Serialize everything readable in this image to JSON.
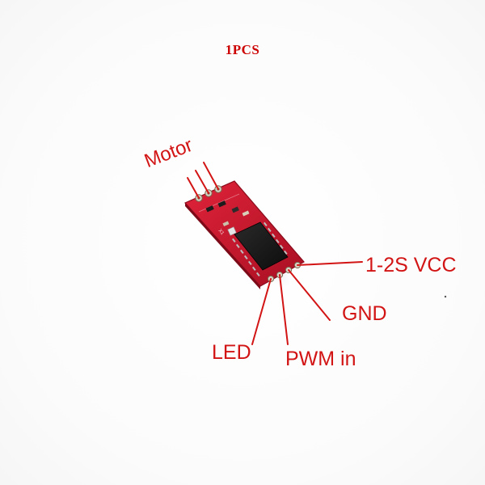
{
  "header": {
    "quantity_label": "1PCS"
  },
  "photo": {
    "subject": "motor driver board",
    "board_color": "#c8162b",
    "chip_color": "#1b1b1b",
    "label_color": "#d21414"
  },
  "labels": {
    "motor": "Motor",
    "vcc": "1-2S VCC",
    "gnd": "GND",
    "led": "LED",
    "pwm": "PWM in"
  }
}
